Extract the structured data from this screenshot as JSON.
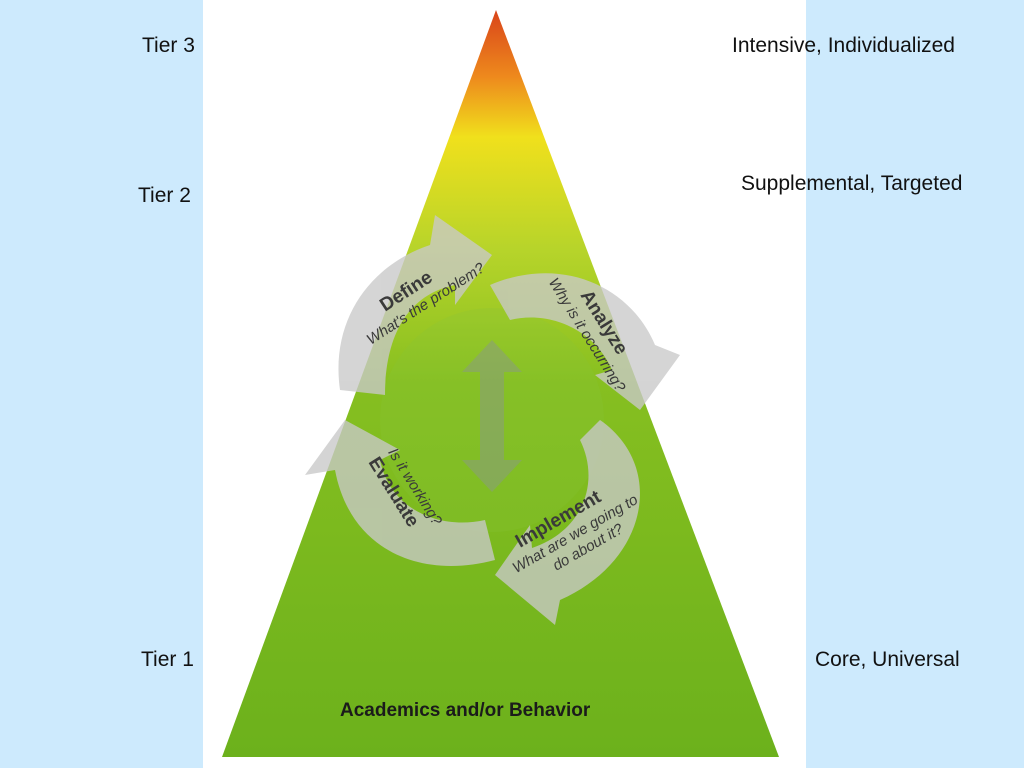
{
  "tiers": {
    "tier3": {
      "label": "Tier 3",
      "description": "Intensive, Individualized"
    },
    "tier2": {
      "label": "Tier 2",
      "description": "Supplemental, Targeted"
    },
    "tier1": {
      "label": "Tier 1",
      "description": "Core, Universal"
    }
  },
  "pyramid": {
    "base_label": "Academics and/or Behavior",
    "colors": {
      "top": "#d9441a",
      "mid": "#f0e01c",
      "lower": "#a9cc26",
      "base": "#72b51e"
    }
  },
  "cycle": {
    "define": {
      "title": "Define",
      "subtitle": "What's the problem?"
    },
    "analyze": {
      "title": "Analyze",
      "subtitle": "Why is it occurring?"
    },
    "implement": {
      "title": "Implement",
      "subtitle_line1": "What are we going to",
      "subtitle_line2": "do about it?"
    },
    "evaluate": {
      "title": "Evaluate",
      "subtitle": "Is it working?"
    },
    "arrow_color": "#c9c9c9"
  }
}
